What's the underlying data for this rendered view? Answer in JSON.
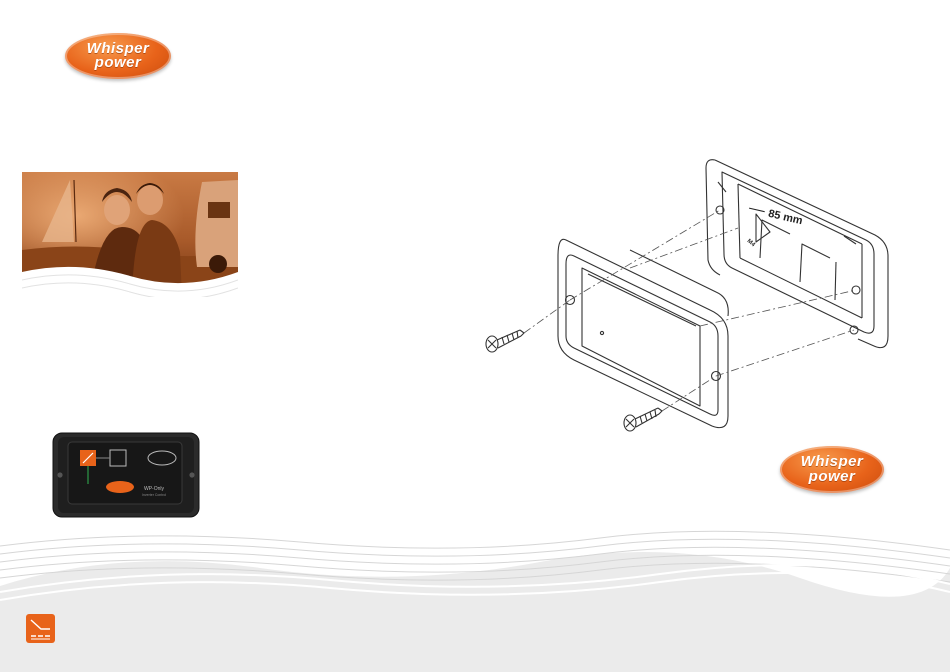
{
  "brand": {
    "line1": "Whisper",
    "line2": "power"
  },
  "diagram": {
    "dimension_label": "85 mm",
    "mark_label": "M4"
  },
  "panel": {
    "model_label": "WP-Only",
    "sub_label": "Inverter Control"
  },
  "colors": {
    "brand_orange": "#e8631a",
    "footer_grey": "#ebebeb",
    "wave_stroke": "#d6d6d6"
  },
  "icons": {
    "corner": "charger-battery-icon"
  }
}
